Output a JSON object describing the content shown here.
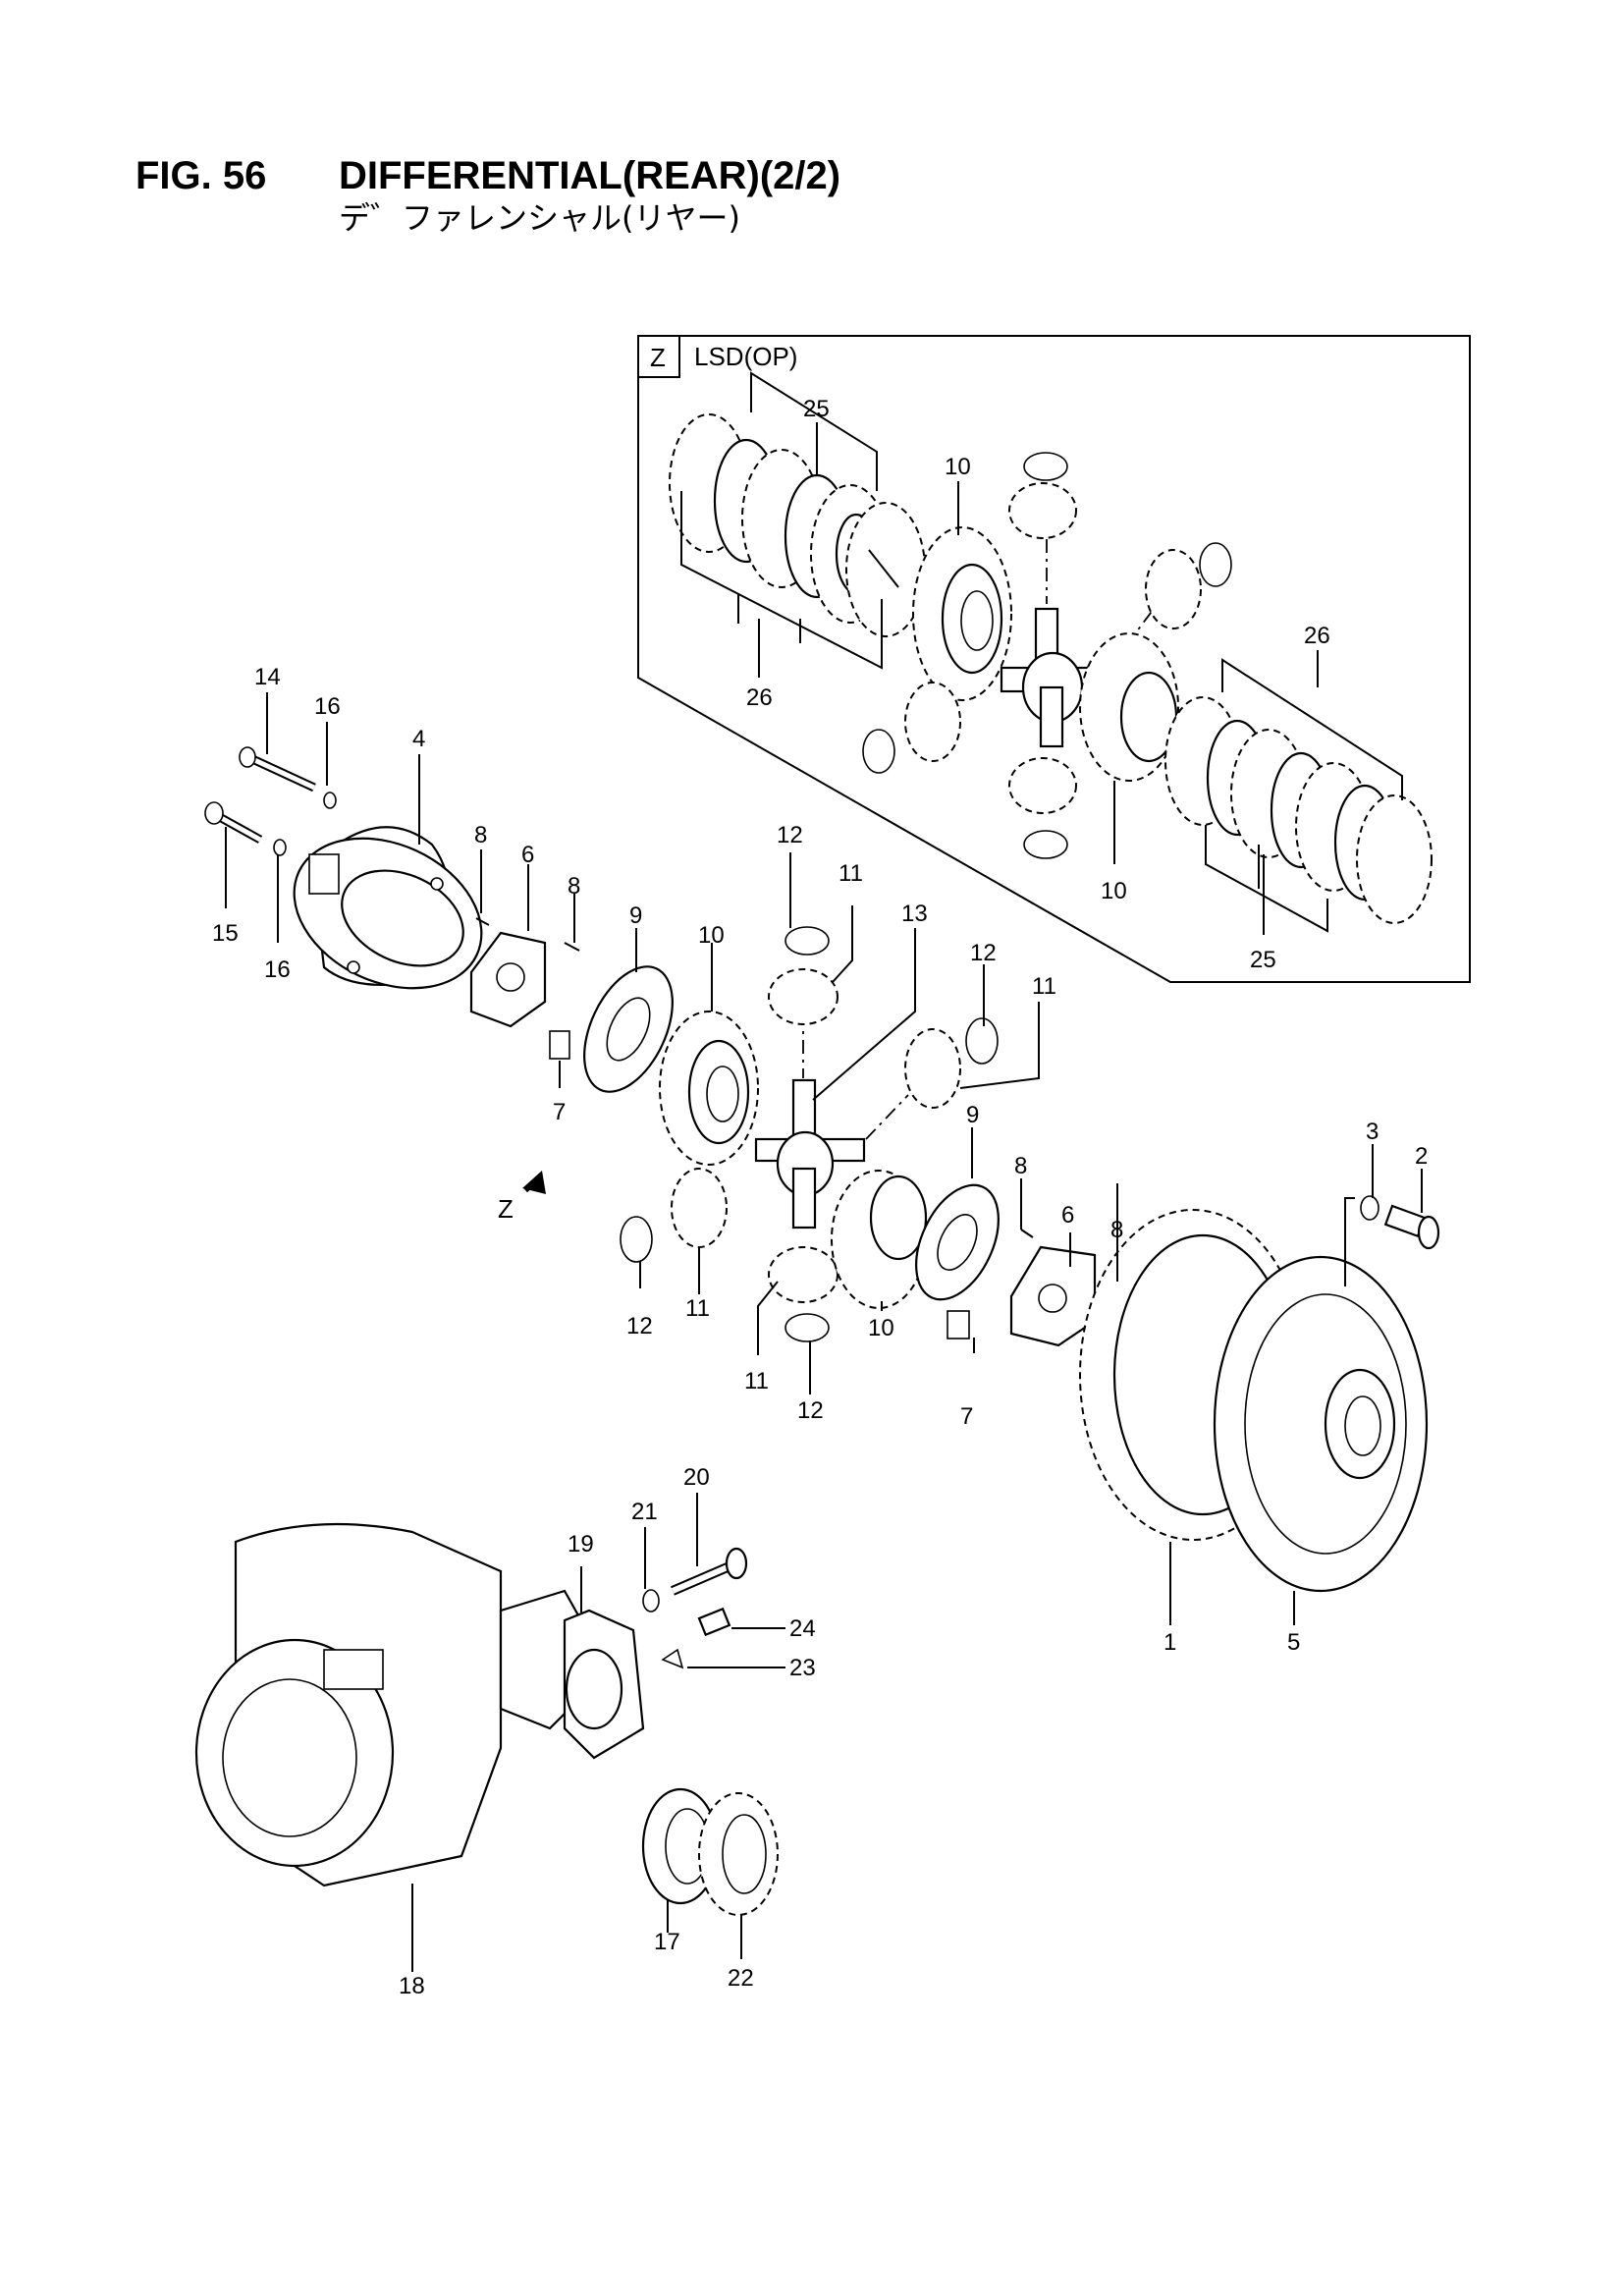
{
  "figure": {
    "number_label": "FIG. 56",
    "title": "DIFFERENTIAL(REAR)(2/2)",
    "title_jp": "デ゛ファレンシャル(リヤー)"
  },
  "inset": {
    "tag": "Z",
    "label": "LSD(OP)"
  },
  "view_marker": {
    "label": "Z"
  },
  "callouts": {
    "c1": "1",
    "c2": "2",
    "c3": "3",
    "c4": "4",
    "c5": "5",
    "c6a": "6",
    "c6b": "6",
    "c7a": "7",
    "c7b": "7",
    "c8a": "8",
    "c8b": "8",
    "c8c": "8",
    "c8d": "8",
    "c9a": "9",
    "c9b": "9",
    "c10a": "10",
    "c10b": "10",
    "c10c": "10",
    "c10d": "10",
    "c11a": "11",
    "c11b": "11",
    "c11c": "11",
    "c11d": "11",
    "c12a": "12",
    "c12b": "12",
    "c12c": "12",
    "c12d": "12",
    "c13": "13",
    "c14": "14",
    "c15": "15",
    "c16a": "16",
    "c16b": "16",
    "c17": "17",
    "c18": "18",
    "c19": "19",
    "c20": "20",
    "c21": "21",
    "c22": "22",
    "c23": "23",
    "c24": "24",
    "c25a": "25",
    "c25b": "25",
    "c26a": "26",
    "c26b": "26"
  }
}
